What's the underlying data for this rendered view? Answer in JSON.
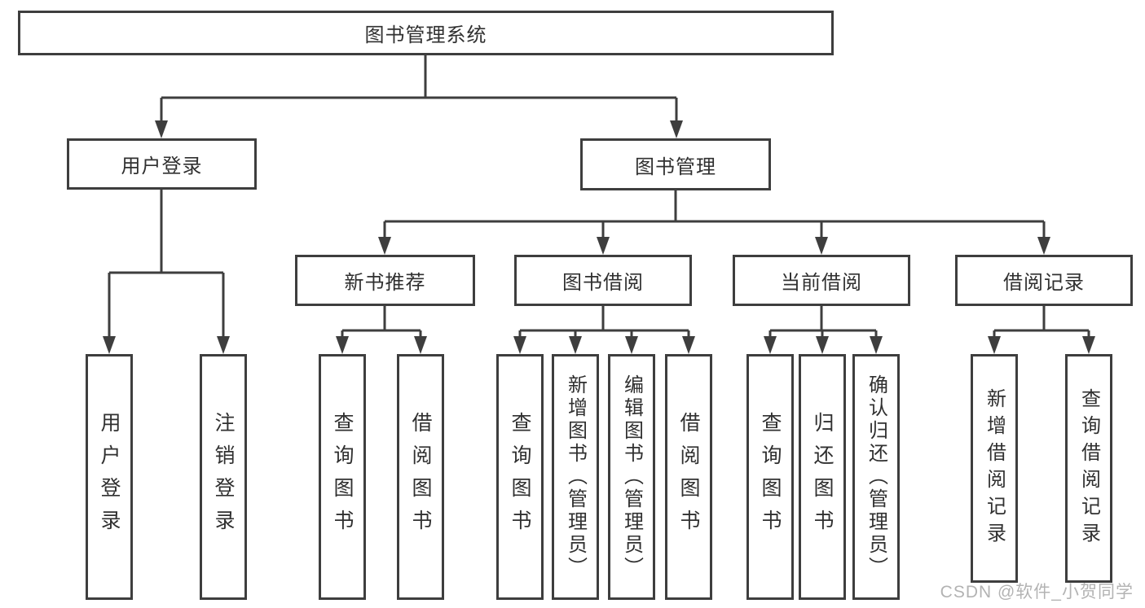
{
  "tree": {
    "root": {
      "label": "图书管理系统",
      "children": [
        {
          "label": "用户登录",
          "children": [
            {
              "label": "用户登录"
            },
            {
              "label": "注销登录"
            }
          ]
        },
        {
          "label": "图书管理",
          "children": [
            {
              "label": "新书推荐",
              "children": [
                {
                  "label": "查询图书"
                },
                {
                  "label": "借阅图书"
                }
              ]
            },
            {
              "label": "图书借阅",
              "children": [
                {
                  "label": "查询图书"
                },
                {
                  "label": "新增图书（管理员）"
                },
                {
                  "label": "编辑图书（管理员）"
                },
                {
                  "label": "借阅图书"
                }
              ]
            },
            {
              "label": "当前借阅",
              "children": [
                {
                  "label": "查询图书"
                },
                {
                  "label": "归还图书"
                },
                {
                  "label": "确认归还（管理员）"
                }
              ]
            },
            {
              "label": "借阅记录",
              "children": [
                {
                  "label": "新增借阅记录"
                },
                {
                  "label": "查询借阅记录"
                }
              ]
            }
          ]
        }
      ]
    }
  },
  "watermark": {
    "text": "CSDN @软件_小贺同学"
  },
  "colors": {
    "line": "#3e3e3e",
    "text": "#303030",
    "watermark": "#b3b3b3"
  }
}
